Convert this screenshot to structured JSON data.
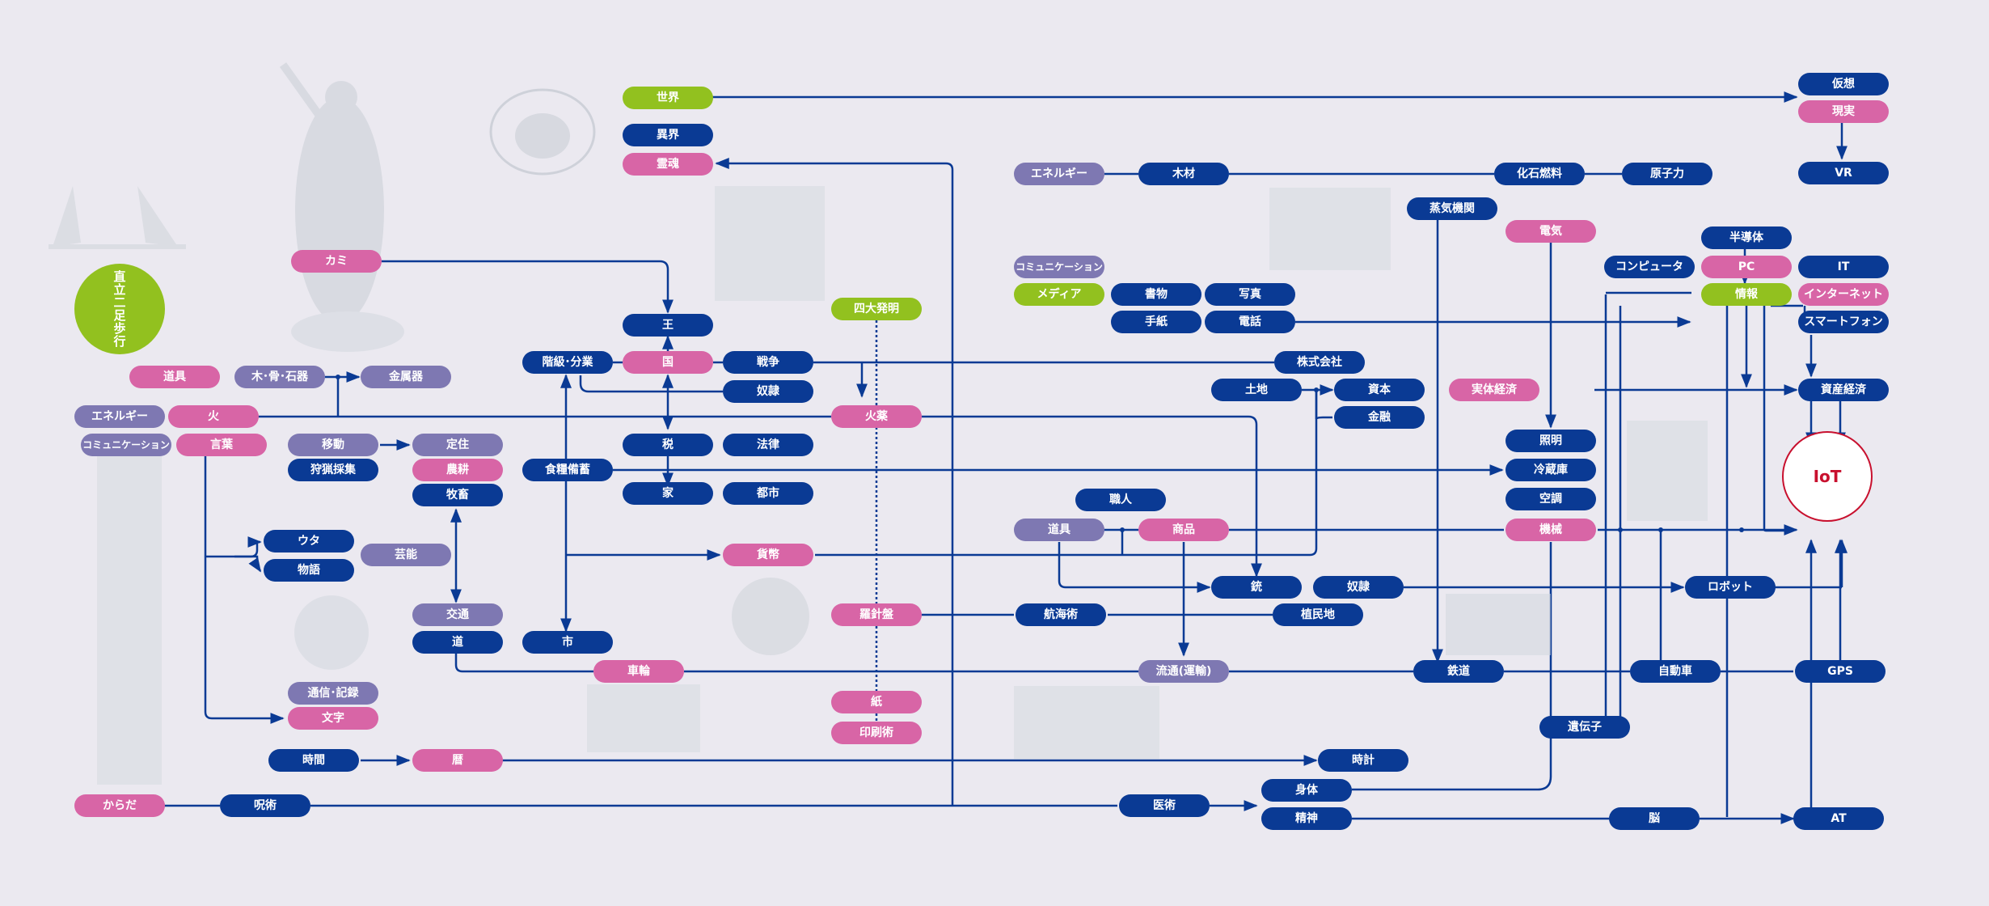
{
  "badge": {
    "label": "直立二足歩行"
  },
  "hub": {
    "label": "IoT"
  },
  "nodes": {
    "sekai": "世界",
    "ikai": "異界",
    "reikon": "霊魂",
    "kasou": "仮想",
    "genjitsu": "現実",
    "vr": "VR",
    "energy2": "エネルギー",
    "mokuzai": "木材",
    "kaseki": "化石燃料",
    "genshiryoku": "原子力",
    "jouki": "蒸気機関",
    "denki": "電気",
    "handoutai": "半導体",
    "computer": "コンピュータ",
    "pc": "PC",
    "it": "IT",
    "comm2": "コミュニケーション",
    "media": "メディア",
    "shomotsu": "書物",
    "shashin": "写真",
    "tegami": "手紙",
    "denwa": "電話",
    "jouhou": "情報",
    "internet": "インターネット",
    "smartphone": "スマートフォン",
    "kami": "カミ",
    "ou": "王",
    "yondai": "四大発明",
    "dougu1": "道具",
    "mokkotsu": "木･骨･石器",
    "kinzoku": "金属器",
    "energy1": "エネルギー",
    "hi": "火",
    "comm1": "コミュニケーション",
    "kotoba": "言葉",
    "kaikyu": "階級･分業",
    "kuni": "国",
    "sensou": "戦争",
    "dorei1": "奴隷",
    "kabushiki": "株式会社",
    "tochi": "土地",
    "shihon": "資本",
    "kinyu": "金融",
    "jittai": "実体経済",
    "shisan": "資産経済",
    "kayaku": "火薬",
    "idou": "移動",
    "teijuu": "定住",
    "shuryo": "狩猟採集",
    "nouko": "農耕",
    "bokuchiku": "牧畜",
    "shokuryo": "食糧備蓄",
    "zei": "税",
    "houritsu": "法律",
    "ie": "家",
    "toshi": "都市",
    "shoumei": "照明",
    "reizouko": "冷蔵庫",
    "kuchou": "空調",
    "kikai": "機械",
    "shokunin": "職人",
    "dougu2": "道具",
    "shouhin": "商品",
    "uta": "ウタ",
    "monogatari": "物語",
    "geinou": "芸能",
    "kahei": "貨幣",
    "juu": "銃",
    "dorei2": "奴隷",
    "robot": "ロボット",
    "koutsu": "交通",
    "michi": "道",
    "ichi": "市",
    "rashinban": "羅針盤",
    "koukai": "航海術",
    "shokumin": "植民地",
    "sharin": "車輪",
    "ryutsu": "流通(運輸)",
    "tetsudou": "鉄道",
    "jidousha": "自動車",
    "gps": "GPS",
    "tsushin": "通信･記録",
    "moji": "文字",
    "kami2": "紙",
    "insatsu": "印刷術",
    "idenshi": "遺伝子",
    "jikan": "時間",
    "koyomi": "暦",
    "tokei": "時計",
    "karada": "からだ",
    "jujutsu": "呪術",
    "iryo": "医術",
    "shintai": "身体",
    "seishin": "精神",
    "nou": "脳",
    "at": "AT"
  },
  "colors": {
    "navy": "#0a3a94",
    "pink": "#d865a6",
    "violet": "#7e78b2",
    "green": "#92c11f",
    "line": "#0a3a94",
    "iot": "#c8102e",
    "background": "#ebe9f0"
  }
}
